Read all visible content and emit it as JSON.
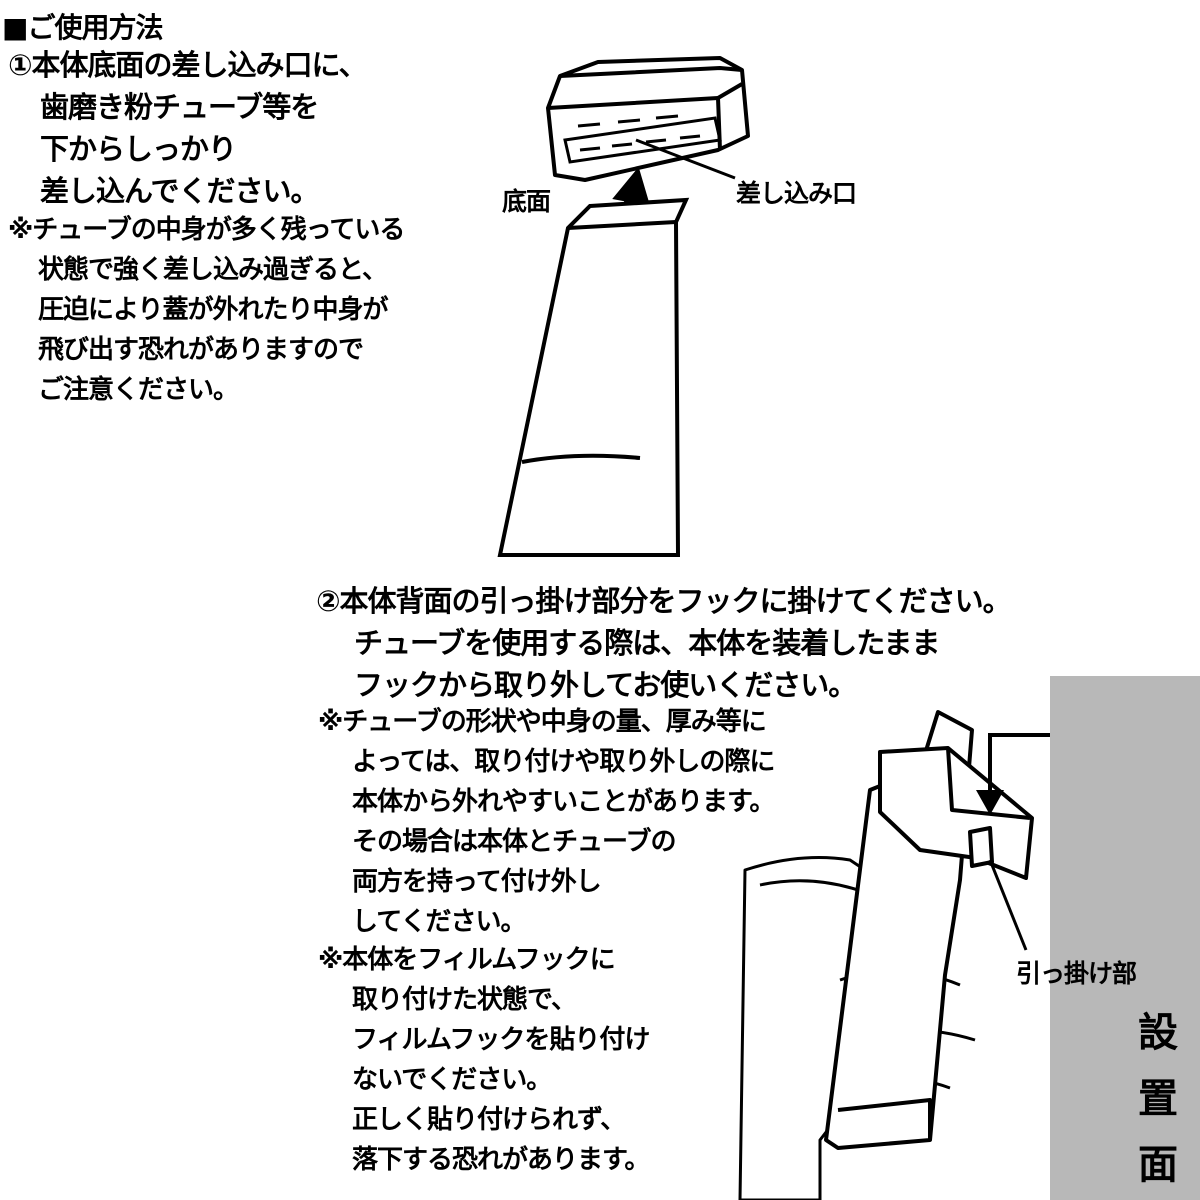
{
  "title": "■ご使用方法",
  "step1": {
    "lines": [
      "①本体底面の差し込み口に、",
      "歯磨き粉チューブ等を",
      "下からしっかり",
      "差し込んでください。"
    ],
    "note": [
      "※チューブの中身が多く残っている",
      "状態で強く差し込み過ぎると、",
      "圧迫により蓋が外れたり中身が",
      "飛び出す恐れがありますので",
      "ご注意ください。"
    ]
  },
  "diagram1": {
    "bottom_label": "底面",
    "slot_label": "差し込み口"
  },
  "step2": {
    "lines": [
      "②本体背面の引っ掛け部分をフックに掛けてください。",
      "チューブを使用する際は、本体を装着したまま",
      "フックから取り外してお使いください。"
    ],
    "note1": [
      "※チューブの形状や中身の量、厚み等に",
      "よっては、取り付けや取り外しの際に",
      "本体から外れやすいことがあります。",
      "その場合は本体とチューブの",
      "両方を持って付け外し",
      "してください。"
    ],
    "note2": [
      "※本体をフィルムフックに",
      "取り付けた状態で、",
      "フィルムフックを貼り付け",
      "ないでください。",
      "正しく貼り付けられず、",
      "落下する恐れがあります。"
    ]
  },
  "diagram2": {
    "hook_label": "引っ掛け部",
    "wall_label": [
      "設",
      "置",
      "面"
    ]
  }
}
